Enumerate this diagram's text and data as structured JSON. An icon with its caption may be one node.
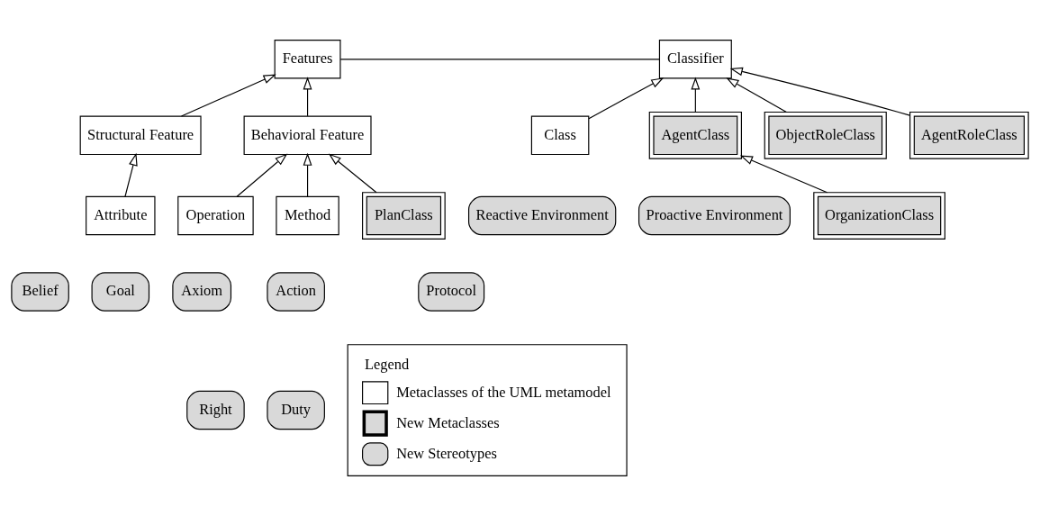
{
  "diagram": {
    "nodes": [
      {
        "text": [
          "Features"
        ]
      },
      {
        "text": [
          "Classifier"
        ]
      },
      {
        "text": [
          "Structural Feature"
        ]
      },
      {
        "text": [
          "Behavioral Feature"
        ]
      },
      {
        "text": [
          "Class"
        ]
      },
      {
        "text": [
          "AgentClass"
        ]
      },
      {
        "text": [
          "ObjectRoleClass"
        ]
      },
      {
        "text": [
          "AgentRoleClass"
        ]
      },
      {
        "text": [
          "Reactive Environment"
        ]
      },
      {
        "text": [
          "Proactive Environment"
        ]
      },
      {
        "text": [
          "OrganizationClass"
        ]
      },
      {
        "text": [
          "Belief"
        ]
      },
      {
        "text": [
          "Goal"
        ]
      },
      {
        "text": [
          "Attribute"
        ]
      },
      {
        "text": [
          "Axiom"
        ]
      },
      {
        "text": [
          "Operation"
        ]
      },
      {
        "text": [
          "Method"
        ]
      },
      {
        "text": [
          "PlanClass"
        ]
      },
      {
        "text": [
          "Action"
        ]
      },
      {
        "text": [
          "Right"
        ]
      },
      {
        "text": [
          "Duty"
        ]
      },
      {
        "text": [
          "Protocol"
        ]
      }
    ],
    "edges": [
      {
        "from": 0,
        "to": 1,
        "arrow": "none"
      },
      {
        "from": 2,
        "to": 0,
        "arrow": "to"
      },
      {
        "from": 3,
        "to": 0,
        "arrow": "to"
      },
      {
        "from": 4,
        "to": 1,
        "arrow": "to"
      },
      {
        "from": 5,
        "to": 1,
        "arrow": "to"
      },
      {
        "from": 6,
        "to": 1,
        "arrow": "to"
      },
      {
        "from": 7,
        "to": 1,
        "arrow": "to"
      },
      {
        "from": 10,
        "to": 5,
        "arrow": "to"
      },
      {
        "from": 13,
        "to": 2,
        "arrow": "to"
      },
      {
        "from": 15,
        "to": 3,
        "arrow": "to"
      },
      {
        "from": 16,
        "to": 3,
        "arrow": "to"
      },
      {
        "from": 17,
        "to": 3,
        "arrow": "to"
      }
    ],
    "labels": [
      "Legend"
    ],
    "legend": [
      {
        "text": "Metaclasses of the UML metamodel"
      },
      {
        "text": "New Metaclasses"
      },
      {
        "text": "New Stereotypes"
      }
    ]
  }
}
